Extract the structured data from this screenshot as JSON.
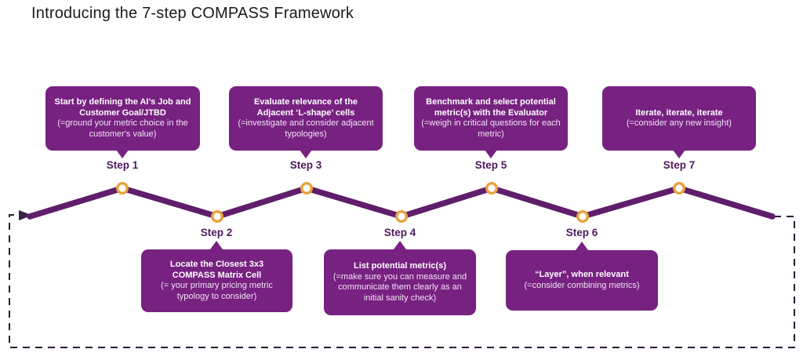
{
  "title": "Introducing the 7-step COMPASS Framework",
  "colors": {
    "box_fill": "#772181",
    "zigzag_line": "#5f1d6b",
    "node_ring": "#e5a33d",
    "node_fill": "#ffffff",
    "dashed_loop": "#2d1937",
    "step_label": "#4e195e"
  },
  "steps": [
    {
      "label": "Step 1",
      "side": "top",
      "title": "Start by defining the AI’s Job and Customer Goal/JTBD",
      "subtitle": "(=ground your metric choice in the customer's value)"
    },
    {
      "label": "Step 2",
      "side": "bottom",
      "title": "Locate the Closest 3x3 COMPASS Matrix Cell",
      "subtitle": "(= your primary pricing metric typology to consider)"
    },
    {
      "label": "Step 3",
      "side": "top",
      "title": "Evaluate relevance of the Adjacent ‘L-shape’ cells",
      "subtitle": "(=investigate and consider adjacent typologies)"
    },
    {
      "label": "Step 4",
      "side": "bottom",
      "title": "List potential metric(s)",
      "subtitle": "(=make sure you can measure and communicate them clearly as an initial sanity check)"
    },
    {
      "label": "Step 5",
      "side": "top",
      "title": "Benchmark and select potential metric(s) with the Evaluator",
      "subtitle": "(=weigh in critical questions for each metric)"
    },
    {
      "label": "Step 6",
      "side": "bottom",
      "title": "“Layer”, when relevant",
      "subtitle": "(=consider combining metrics)"
    },
    {
      "label": "Step 7",
      "side": "top",
      "title": "Iterate, iterate, iterate",
      "subtitle": "(=consider any new insight)"
    }
  ]
}
